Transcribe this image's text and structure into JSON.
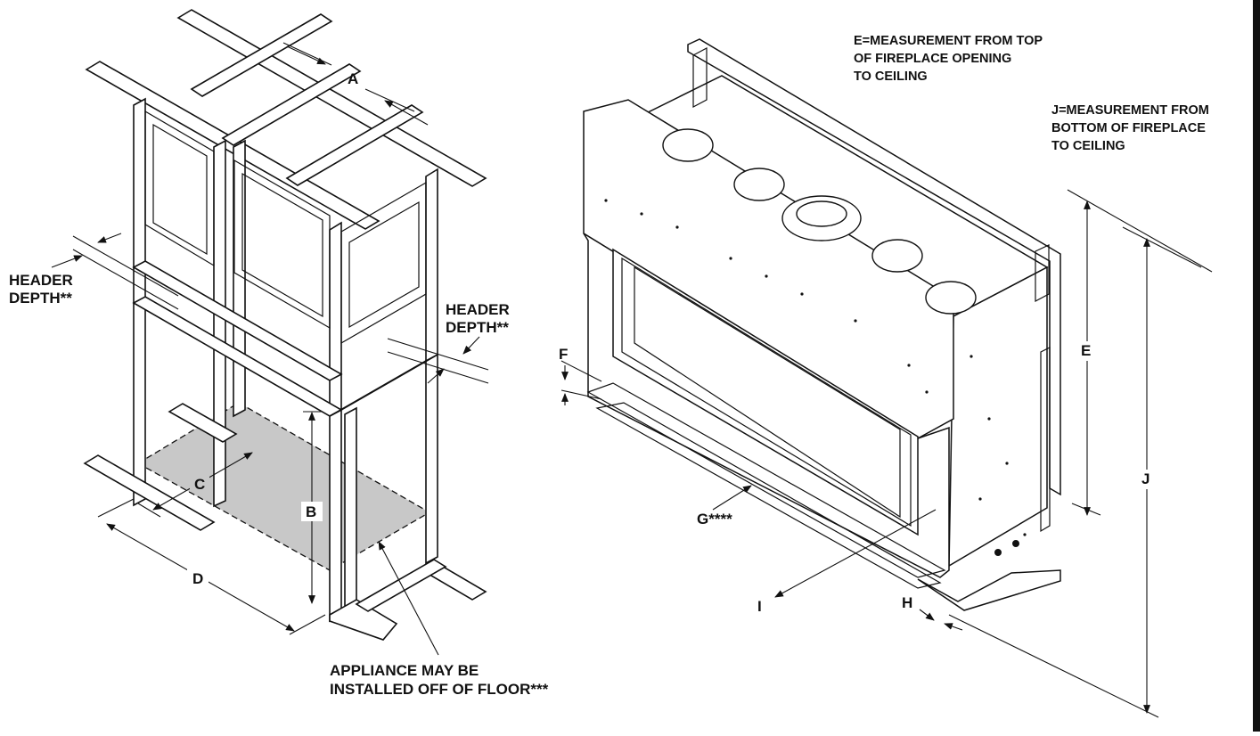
{
  "labels": {
    "a": "A",
    "b": "B",
    "c": "C",
    "d": "D",
    "e": "E",
    "f": "F",
    "g": "G****",
    "h": "H",
    "i": "I",
    "j": "J",
    "header_depth_left_1": "HEADER",
    "header_depth_left_2": "DEPTH**",
    "header_depth_right_1": "HEADER",
    "header_depth_right_2": "DEPTH**"
  },
  "notes": {
    "e_line1": "E=MEASUREMENT FROM TOP",
    "e_line2": "OF FIREPLACE OPENING",
    "e_line3": "TO CEILING",
    "j_line1": "J=MEASUREMENT FROM",
    "j_line2": "BOTTOM OF FIREPLACE",
    "j_line3": "TO CEILING",
    "appliance_line1": "APPLIANCE MAY BE",
    "appliance_line2": "INSTALLED OFF OF FLOOR***"
  },
  "colors": {
    "line": "#111111",
    "floor_area": "#c8c8c8",
    "background": "#ffffff"
  }
}
